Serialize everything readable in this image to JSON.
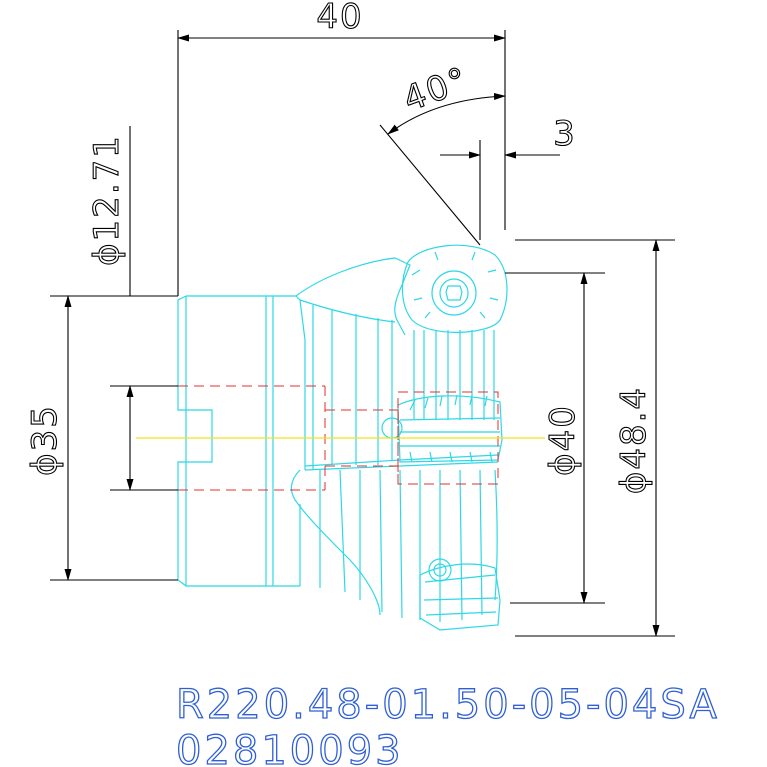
{
  "dimensions": {
    "length": "40",
    "angle": "40°",
    "offset": "3",
    "bore_diameter": "ϕ12.71",
    "shank_diameter": "ϕ35",
    "inner_diameter": "ϕ40",
    "outer_diameter": "ϕ48.4"
  },
  "title_block": {
    "part_number": "R220.48-01.50-05-04SA",
    "code": "02810093"
  },
  "colors": {
    "outline": "#2fd8e6",
    "hidden": "#e03030",
    "centerline": "#f2e21a",
    "dimension": "#000000",
    "title": "#2f5fd8"
  }
}
